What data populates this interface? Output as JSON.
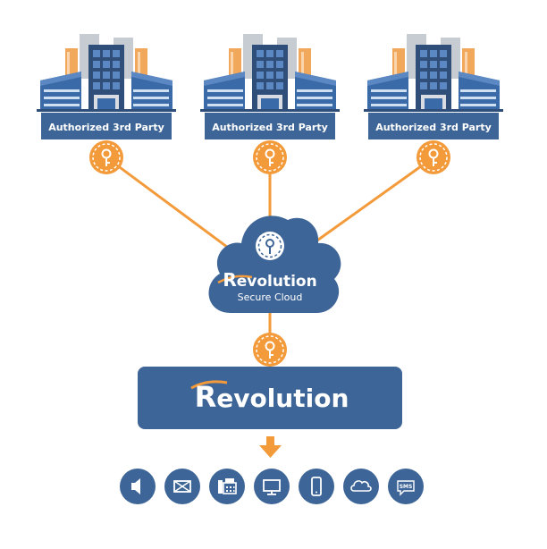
{
  "colors": {
    "navy": "#3e6597",
    "navy_dark": "#2f5385",
    "orange": "#f39a3a",
    "building_blue": "#3b6aa8",
    "building_light": "#5b88c2",
    "tower_gray": "#c7ccd3",
    "tower_orange": "#f2a85b",
    "window_light": "#cfe0f2"
  },
  "parties": [
    {
      "label": "Authorized 3rd Party"
    },
    {
      "label": "Authorized 3rd Party"
    },
    {
      "label": "Authorized 3rd Party"
    }
  ],
  "cloud": {
    "brand_initial": "R",
    "brand_rest": "evolution",
    "subtitle": "Secure Cloud"
  },
  "main_box": {
    "brand_initial": "R",
    "brand_rest": "evolution"
  },
  "channels": [
    {
      "icon": "speaker-icon"
    },
    {
      "icon": "email-icon"
    },
    {
      "icon": "fax-icon"
    },
    {
      "icon": "desktop-icon"
    },
    {
      "icon": "mobile-icon"
    },
    {
      "icon": "cloud-icon"
    },
    {
      "icon": "sms-icon",
      "label": "SMS"
    }
  ]
}
